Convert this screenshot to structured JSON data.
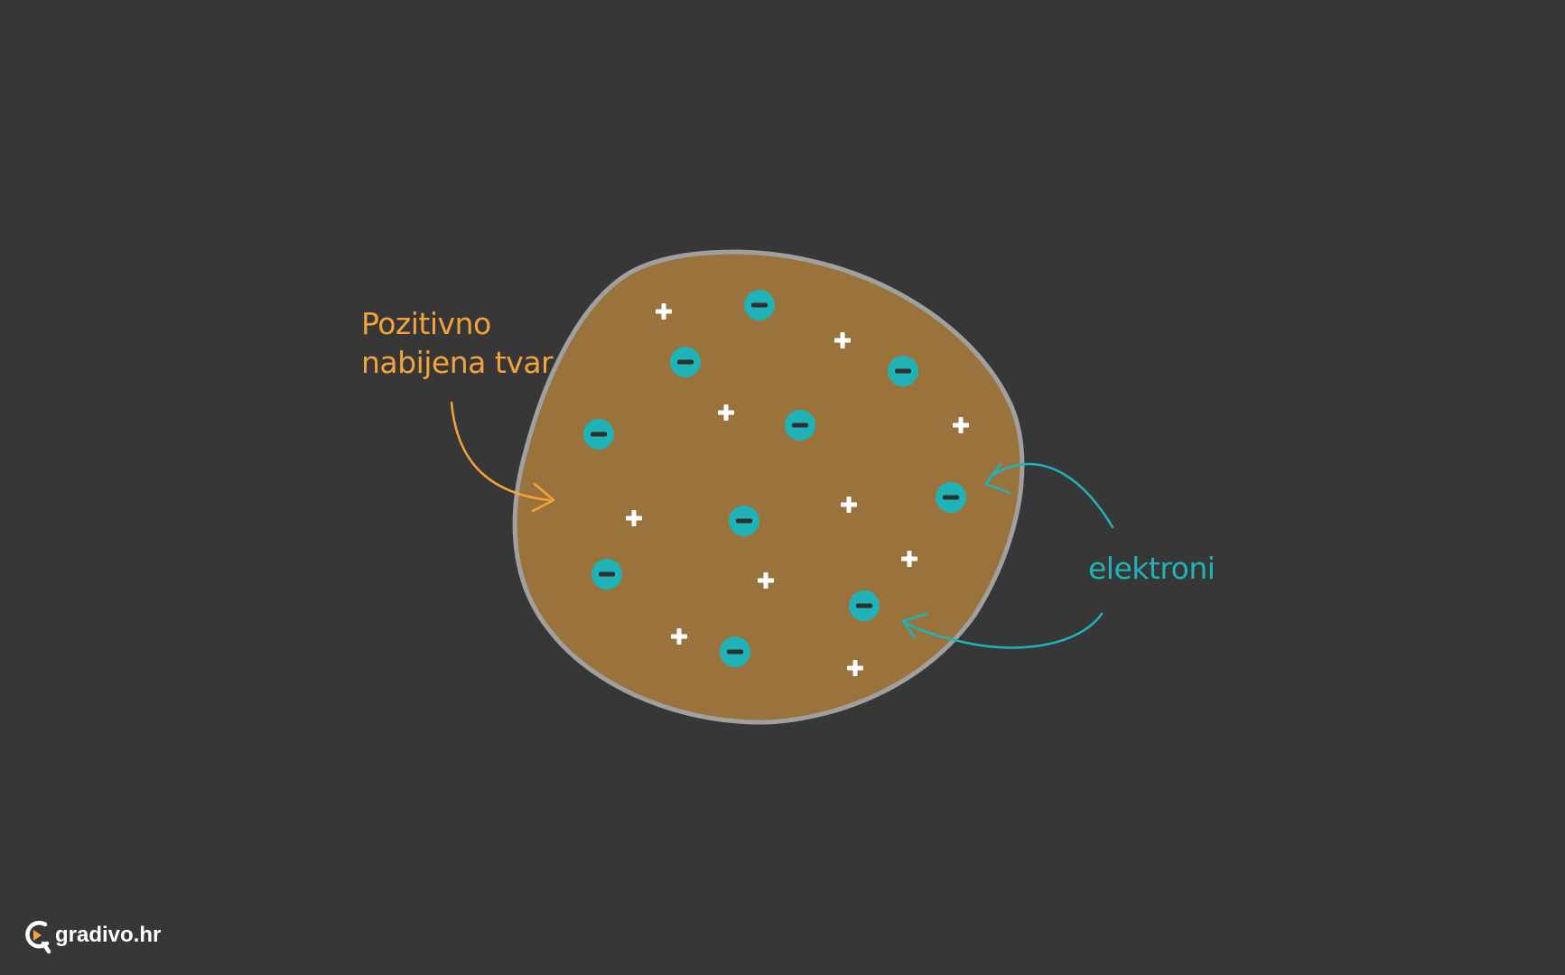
{
  "diagram": {
    "label_positive": [
      "Pozitivno",
      "nabijena tvar"
    ],
    "label_electrons": "elektroni",
    "colors": {
      "background": "#373737",
      "blob_fill": "#9a733c",
      "blob_stroke": "#a0a0a0",
      "orange": "#f2a33a",
      "teal": "#1fb3b8",
      "plus": "#ffffff",
      "minus_bar": "#2f2f2f"
    },
    "icons": {
      "positive_charge": "plus-icon",
      "electron": "electron-minus-icon",
      "logo": "gradivo-logo-icon"
    }
  },
  "footer": {
    "brand": "gradivo.hr"
  }
}
